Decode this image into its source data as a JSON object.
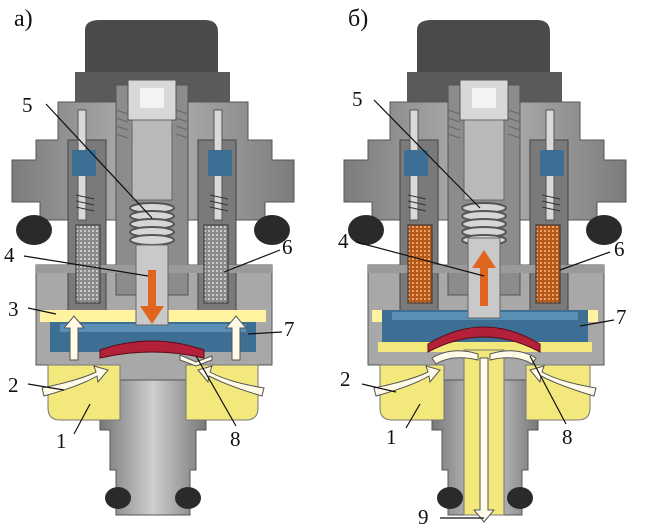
{
  "panels": [
    {
      "label": "а)",
      "flow": "intake"
    },
    {
      "label": "б)",
      "flow": "exhaust"
    }
  ],
  "callouts": [
    "1",
    "2",
    "3",
    "4",
    "5",
    "6",
    "7",
    "8",
    "9"
  ],
  "colors": {
    "housing": "#9a9a9a",
    "housing_dark": "#6e6e6e",
    "housing_light": "#c4c4c4",
    "cap": "#4a4a4a",
    "seal": "#2a2a2a",
    "air_chamber": "#f2e87c",
    "air_chamber_light": "#fff7b8",
    "water_chamber": "#3d6f94",
    "water_chamber_light": "#5b8fb6",
    "diaphragm": "#b2203a",
    "coil_active": "#c46a26",
    "flow_arrow": "#e0661f",
    "air_arrow": "#fffbe8"
  },
  "icons": [
    "orange-flow-arrow-down-icon",
    "orange-flow-arrow-up-icon",
    "air-flow-arrow-icon"
  ]
}
